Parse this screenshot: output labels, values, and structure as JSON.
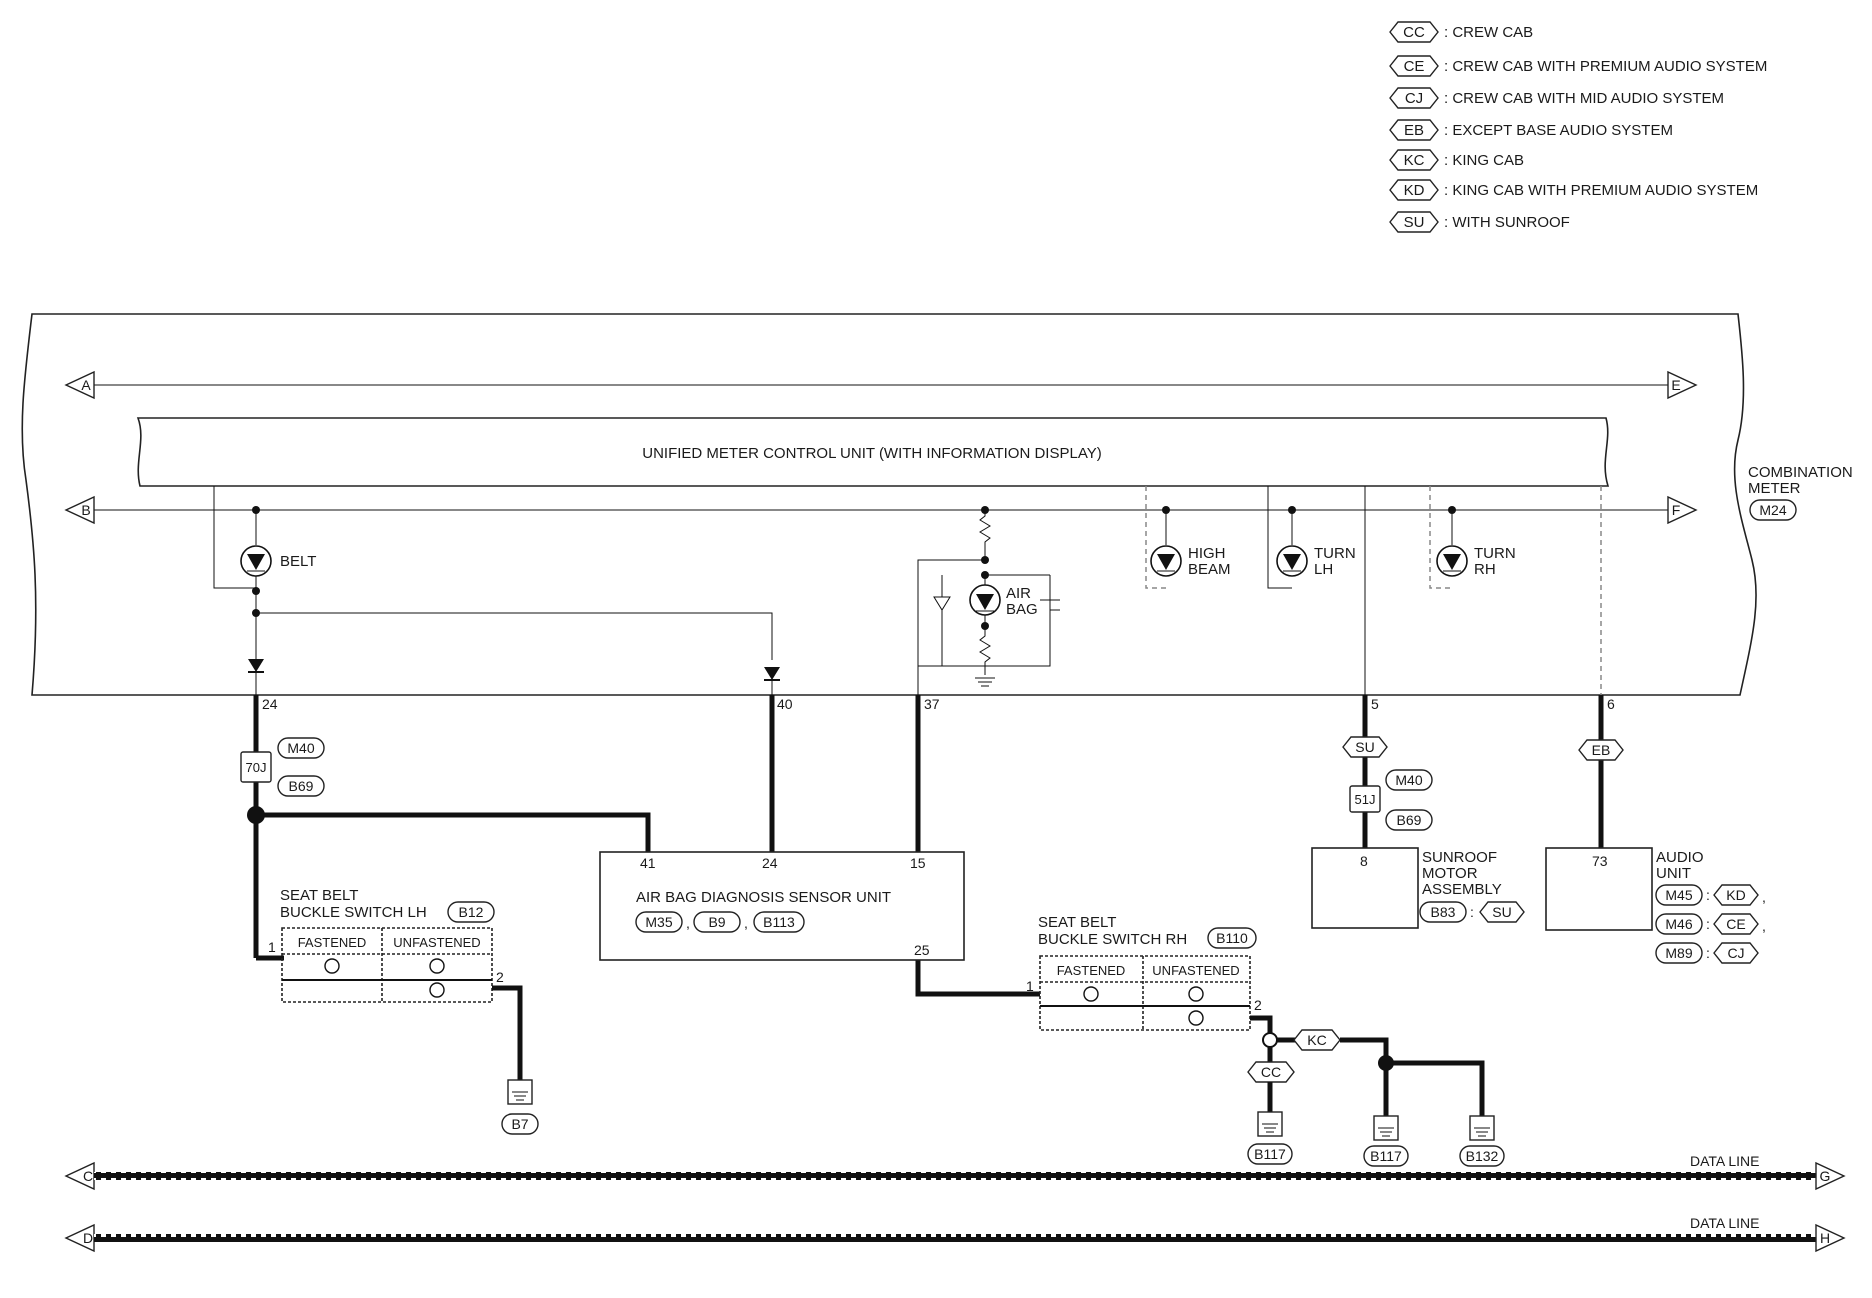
{
  "legend": [
    {
      "code": "CC",
      "text": ": CREW CAB"
    },
    {
      "code": "CE",
      "text": ": CREW CAB WITH PREMIUM AUDIO SYSTEM"
    },
    {
      "code": "CJ",
      "text": ": CREW CAB WITH MID AUDIO SYSTEM"
    },
    {
      "code": "EB",
      "text": ": EXCEPT BASE AUDIO SYSTEM"
    },
    {
      "code": "KC",
      "text": ": KING CAB"
    },
    {
      "code": "KD",
      "text": ": KING CAB WITH PREMIUM AUDIO SYSTEM"
    },
    {
      "code": "SU",
      "text": ": WITH SUNROOF"
    }
  ],
  "combination_meter": {
    "label_line1": "COMBINATION",
    "label_line2": "METER",
    "connector": "M24",
    "unit_label": "UNIFIED METER CONTROL UNIT (WITH INFORMATION DISPLAY)",
    "bus_letters": {
      "A": "A",
      "B": "B",
      "E": "E",
      "F": "F"
    },
    "indicators": {
      "belt": "BELT",
      "airbag_1": "AIR",
      "airbag_2": "BAG",
      "high_beam_1": "HIGH",
      "high_beam_2": "BEAM",
      "turn_lh_1": "TURN",
      "turn_lh_2": "LH",
      "turn_rh_1": "TURN",
      "turn_rh_2": "RH"
    },
    "pins": {
      "p24": "24",
      "p40": "40",
      "p37": "37",
      "p5": "5",
      "p6": "6"
    }
  },
  "joint_left": {
    "label": "70J",
    "conn1": "M40",
    "conn2": "B69"
  },
  "joint_right": {
    "label": "51J",
    "conn1": "M40",
    "conn2": "B69"
  },
  "seat_belt_lh": {
    "line1": "SEAT BELT",
    "line2": "BUCKLE SWITCH LH",
    "connector": "B12",
    "col1": "FASTENED",
    "col2": "UNFASTENED",
    "pin1": "1",
    "pin2": "2",
    "ground": "B7"
  },
  "airbag_unit": {
    "label": "AIR BAG DIAGNOSIS SENSOR UNIT",
    "conn1": "M35",
    "conn2": "B9",
    "conn3": "B113",
    "sep": ",",
    "pins": {
      "p41": "41",
      "p24": "24",
      "p15": "15",
      "p25": "25"
    }
  },
  "seat_belt_rh": {
    "line1": "SEAT BELT",
    "line2": "BUCKLE SWITCH RH",
    "connector": "B110",
    "col1": "FASTENED",
    "col2": "UNFASTENED",
    "pin1": "1",
    "pin2": "2",
    "opt_kc": "KC",
    "opt_cc": "CC",
    "ground1": "B117",
    "ground2": "B117",
    "ground3": "B132"
  },
  "sunroof": {
    "option": "SU",
    "pin": "8",
    "line1": "SUNROOF",
    "line2": "MOTOR",
    "line3": "ASSEMBLY",
    "connector": "B83",
    "cond_sep": ":",
    "cond": "SU"
  },
  "audio": {
    "option": "EB",
    "pin": "73",
    "line1": "AUDIO",
    "line2": "UNIT",
    "rows": [
      {
        "conn": "M45",
        "sep": ":",
        "cond": "KD",
        "tail": ","
      },
      {
        "conn": "M46",
        "sep": ":",
        "cond": "CE",
        "tail": ","
      },
      {
        "conn": "M89",
        "sep": ":",
        "cond": "CJ",
        "tail": ""
      }
    ]
  },
  "data_lines": [
    {
      "label": "DATA LINE",
      "left": "C",
      "right": "G"
    },
    {
      "label": "DATA LINE",
      "left": "D",
      "right": "H"
    }
  ]
}
